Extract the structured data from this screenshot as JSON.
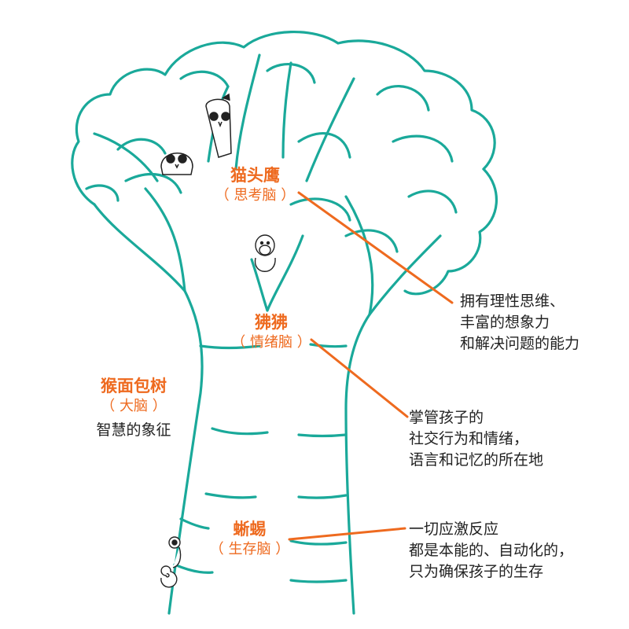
{
  "colors": {
    "tree": "#1aa99a",
    "accent": "#ee6a1f",
    "text": "#222222",
    "background": "#ffffff"
  },
  "labels": {
    "owl": {
      "title": "猫头鹰",
      "subtitle": "（ 思考脑 ）"
    },
    "monkey": {
      "title": "狒狒",
      "subtitle": "（ 情绪脑 ）"
    },
    "baobab": {
      "title": "猴面包树",
      "subtitle": "（ 大脑 ）",
      "description": "智慧的象征"
    },
    "lizard": {
      "title": "蜥蜴",
      "subtitle": "（ 生存脑 ）"
    }
  },
  "descriptions": {
    "owl": [
      "拥有理性思维、",
      "丰富的想象力",
      "和解决问题的能力"
    ],
    "monkey": [
      "掌管孩子的",
      "社交行为和情绪，",
      "语言和记忆的所在地"
    ],
    "lizard": [
      "一切应激反应",
      "都是本能的、自动化的，",
      "只为确保孩子的生存"
    ]
  },
  "icons": [
    "tree-illustration",
    "owl-icon",
    "baby-owl-icon",
    "baboon-icon",
    "chameleon-icon"
  ]
}
